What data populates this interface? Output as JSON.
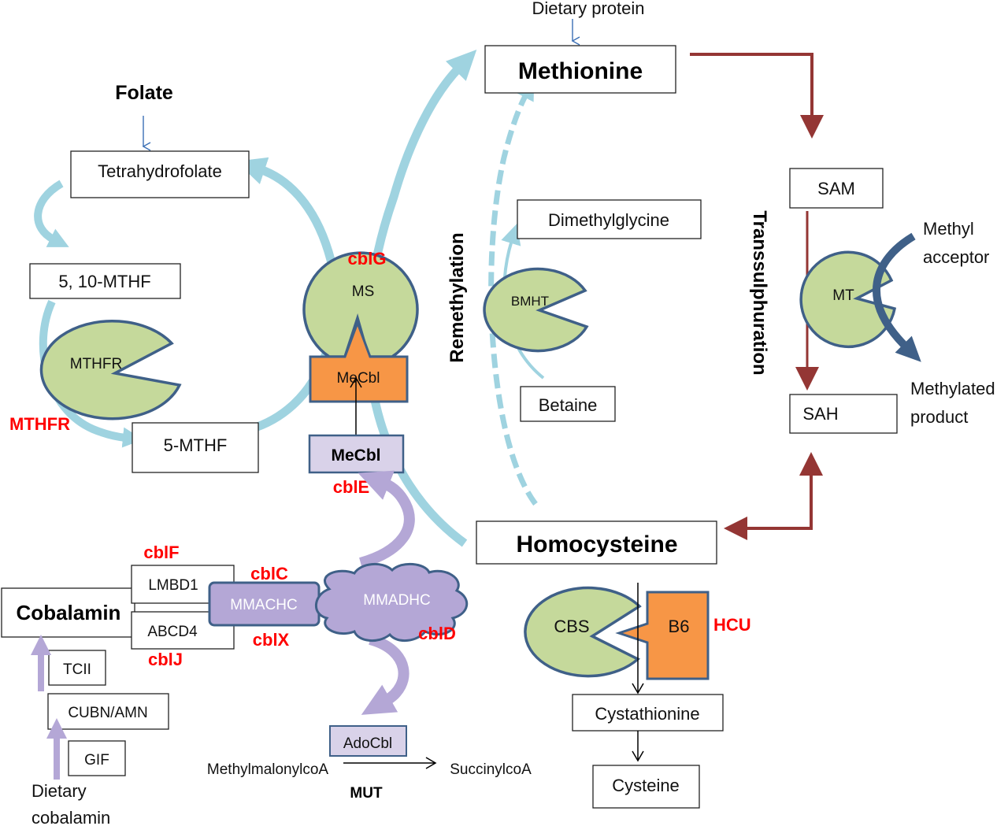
{
  "colors": {
    "enzyme_text": "#ff0000",
    "pathway_arrow": "#9fd3e0",
    "cobalamin_arrow": "#b4a7d6",
    "transsulfuration_arrow": "#943634",
    "enzyme_fill": "#c5d99b",
    "enzyme_stroke": "#3f6088",
    "cofactor_fill": "#f79646",
    "mecbl_box_fill": "#d9d2e9"
  },
  "nodes": {
    "dietary_protein": "Dietary protein",
    "methionine": "Methionine",
    "folate": "Folate",
    "tetrahydrofolate": "Tetrahydrofolate",
    "mthf_510": "5, 10-MTHF",
    "mthf_5": "5-MTHF",
    "dimethylglycine": "Dimethylglycine",
    "betaine": "Betaine",
    "sam": "SAM",
    "sah": "SAH",
    "methyl_acceptor": [
      "Methyl",
      "acceptor"
    ],
    "methylated_product": [
      "Methylated",
      "product"
    ],
    "homocysteine": "Homocysteine",
    "cystathionine": "Cystathionine",
    "cysteine": "Cysteine",
    "cobalamin": "Cobalamin",
    "lmbd1": "LMBD1",
    "abcd4": "ABCD4",
    "tcii": "TCII",
    "cubn_amn": "CUBN/AMN",
    "gif": "GIF",
    "dietary_cobalamin": [
      "Dietary",
      "cobalamin"
    ],
    "mecbl_box": "MeCbl",
    "adocbl": "AdoCbl",
    "methylmalonylcoa": "MethylmalonylcoA",
    "succinylcoa": "SuccinylcoA",
    "mut": "MUT"
  },
  "enzymes": {
    "ms": "MS",
    "mecbl_cofactor": "MeCbl",
    "mthfr": "MTHFR",
    "bmht": "BMHT",
    "mt": "MT",
    "cbs": "CBS",
    "b6": "B6",
    "mmachc": "MMACHC",
    "mmadhc": "MMADHC"
  },
  "side_labels": {
    "remethylation": "Remethylation",
    "transsulphuration": "Transsulphuration"
  },
  "defect_labels": {
    "cblg": "cblG",
    "mthfr": "MTHFR",
    "cble": "cblE",
    "cblf": "cblF",
    "cblc": "cblC",
    "cblx": "cblX",
    "cblj": "cblJ",
    "cbld": "cblD",
    "hcu": "HCU"
  }
}
